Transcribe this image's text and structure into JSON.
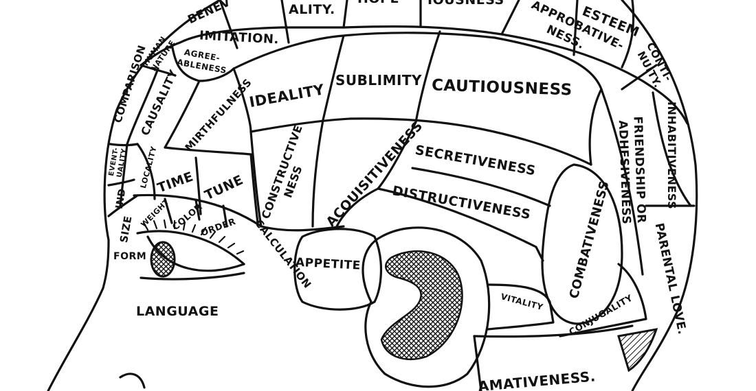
{
  "regions": {
    "benevolence": "BENEV",
    "veneration": "ALITY.",
    "hope": "HOPE",
    "conscientiousness": "IOUSNESS",
    "esteem": "ESTEEM",
    "imitation": "IMITATION.",
    "human_nature": [
      "HUMAN",
      "NATURE"
    ],
    "agreeableness": [
      "AGREE-",
      "ABLENESS."
    ],
    "approbativeness": [
      "APPROBATIVE-",
      "NESS."
    ],
    "continuity": [
      "CONTI-",
      "NUITY."
    ],
    "ideality": "IDEALITY",
    "sublimity": "SUBLIMITY",
    "cautiousness": "CAUTIOUSNESS",
    "comparison": "COMPARISON",
    "causality": "CAUSALITY",
    "mirthfulness": "MIRTHFULNESS",
    "inhabitiveness": "INHABITIVENESS",
    "friendship": [
      "FRIENDSHIP OR",
      "ADHESIVENESS"
    ],
    "eventuality": [
      "EVENT-",
      "UALITY"
    ],
    "locality": "LOCALITY",
    "time": "TIME",
    "tune": "TUNE",
    "constructiveness": [
      "CONSTRUCTIVE",
      "NESS"
    ],
    "acquisitiveness": "ACQUISITIVENESS",
    "secretiveness": "SECRETIVENESS",
    "individuality": "IND",
    "size": "SIZE",
    "weight": "WEIGHT",
    "color": "COLOR",
    "order": "ORDER",
    "calculation": "CALCULATION",
    "distructiveness": "DISTRUCTIVENESS",
    "combativeness": "COMBATIVENESS",
    "parental_love": "PARENTAL LOVE.",
    "form": "FORM",
    "appetite": "APPETITE",
    "vitality": "VITALITY",
    "conjugality": "CONJUGALITY",
    "language": "LANGUAGE",
    "amativeness": "AMATIVENESS."
  }
}
